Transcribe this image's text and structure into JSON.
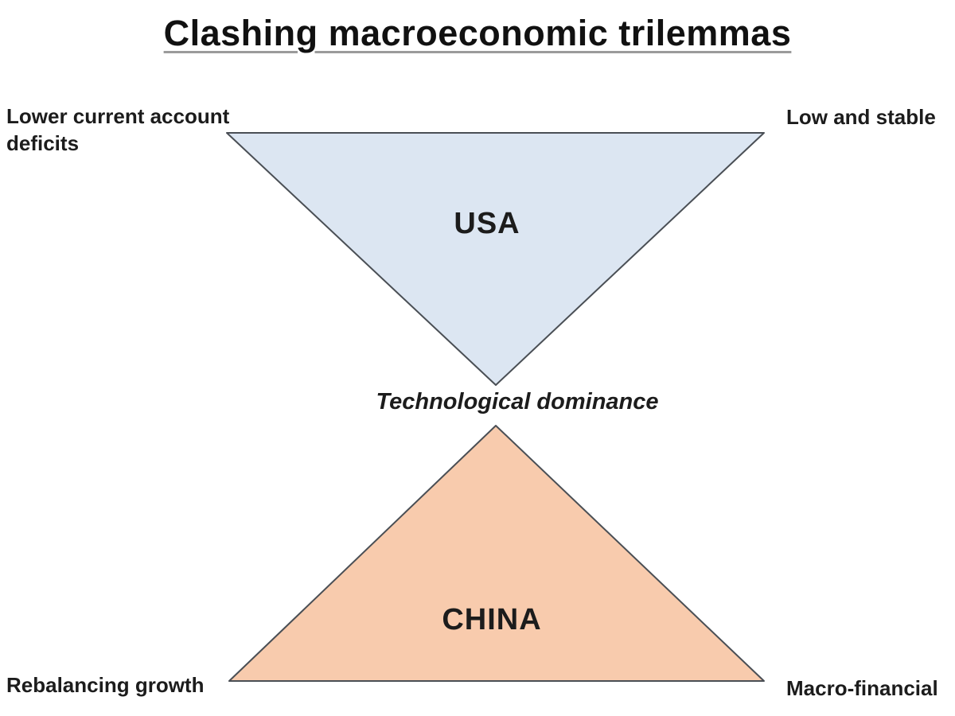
{
  "title": "Clashing macroeconomic trilemmas",
  "diagram": {
    "shared_vertex_label": "Technological dominance",
    "usa": {
      "label": "USA",
      "fill": "#dce6f2",
      "vertex_top_left": "Lower current account deficits",
      "vertex_top_right": "Low and stable"
    },
    "china": {
      "label": "CHINA",
      "fill": "#f8cbad",
      "vertex_bottom_left": "Rebalancing growth",
      "vertex_bottom_right": "Macro-financial"
    },
    "outline_color": "#4a4f55",
    "text_color": "#1c1c1c",
    "title_underline_color": "#9b9b9b"
  }
}
